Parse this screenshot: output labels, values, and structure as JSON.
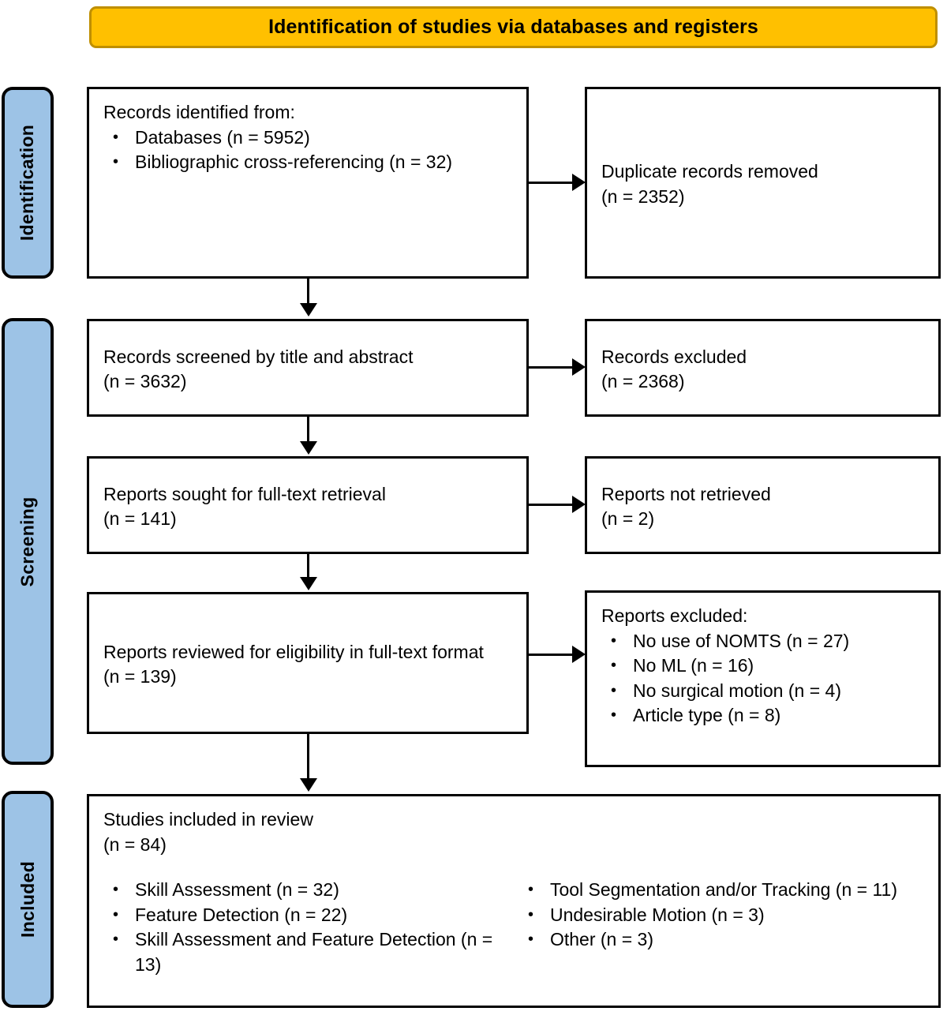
{
  "banner": {
    "title": "Identification of studies via databases and registers",
    "fill_color": "#FFC000",
    "border_color": "#BF8F00"
  },
  "stages": {
    "fill_color": "#9DC3E6",
    "identification": "Identification",
    "screening": "Screening",
    "included": "Included"
  },
  "boxes": {
    "identified": {
      "heading": "Records identified from:",
      "bullets": [
        "Databases (n = 5952)",
        "Bibliographic cross-referencing (n = 32)"
      ]
    },
    "duplicates": {
      "line1": "Duplicate records removed",
      "line2": "(n = 2352)"
    },
    "screened": {
      "line1": "Records screened by title and abstract",
      "line2": "(n = 3632)"
    },
    "excluded_screen": {
      "line1": "Records excluded",
      "line2": "(n = 2368)"
    },
    "sought": {
      "line1": "Reports sought for full-text retrieval",
      "line2": "(n = 141)"
    },
    "not_retrieved": {
      "line1": "Reports not retrieved",
      "line2": "(n = 2)"
    },
    "reviewed": {
      "line1": "Reports reviewed for eligibility in full-text format",
      "line2": "(n = 139)"
    },
    "reports_excluded": {
      "heading": "Reports excluded:",
      "bullets": [
        "No use of NOMTS (n = 27)",
        "No ML (n = 16)",
        "No surgical motion (n = 4)",
        "Article type (n = 8)"
      ]
    },
    "included": {
      "line1": "Studies included in review",
      "line2": "(n = 84)",
      "bullets_left": [
        "Skill Assessment (n = 32)",
        "Feature Detection (n = 22)",
        "Skill Assessment and Feature Detection (n = 13)"
      ],
      "bullets_right": [
        "Tool Segmentation and/or Tracking (n = 11)",
        "Undesirable Motion (n = 3)",
        "Other (n = 3)"
      ]
    }
  },
  "flow_data": {
    "type": "prisma-flow",
    "identified_databases": 5952,
    "identified_crossref": 32,
    "duplicates_removed": 2352,
    "screened": 3632,
    "excluded_screening": 2368,
    "sought_fulltext": 141,
    "not_retrieved": 2,
    "reviewed_fulltext": 139,
    "excluded_no_nomts": 27,
    "excluded_no_ml": 16,
    "excluded_no_surgical_motion": 4,
    "excluded_article_type": 8,
    "included_total": 84,
    "included_skill_assessment": 32,
    "included_feature_detection": 22,
    "included_skill_and_feature": 13,
    "included_tool_segmentation": 11,
    "included_undesirable_motion": 3,
    "included_other": 3
  }
}
